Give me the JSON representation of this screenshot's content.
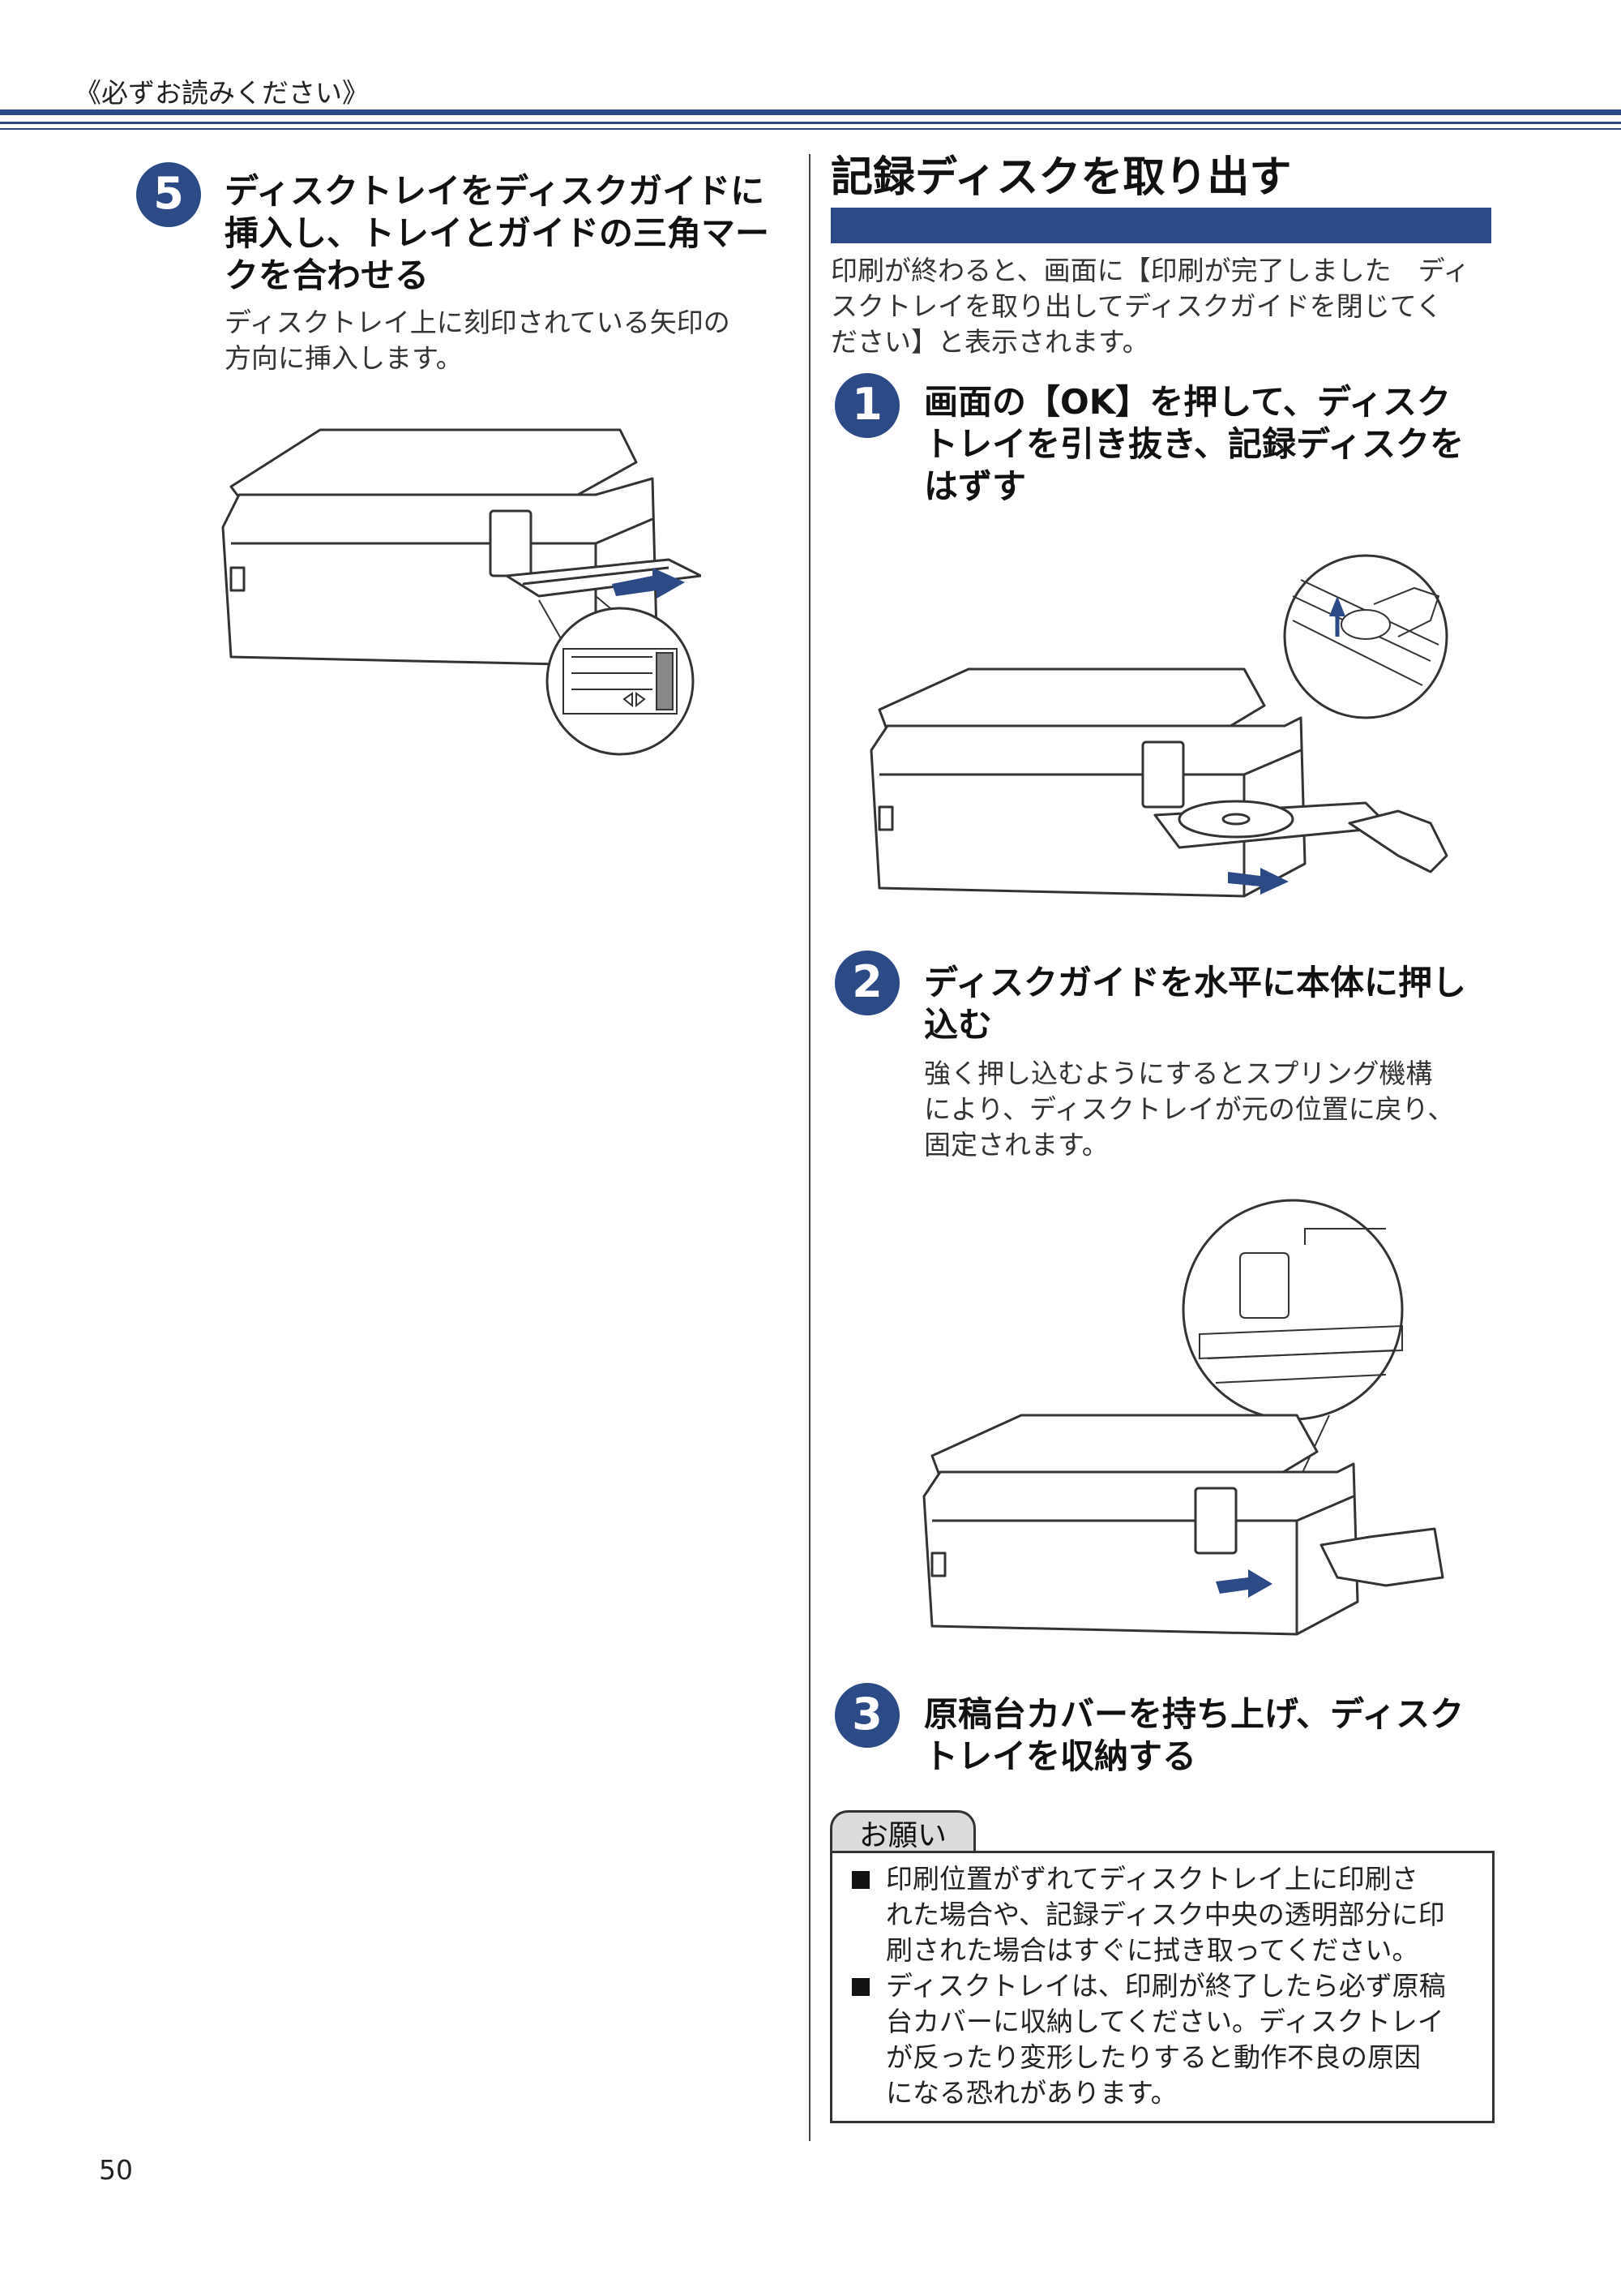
{
  "header": {
    "label": "《必ずお読みください》"
  },
  "left": {
    "step5": {
      "number": "5",
      "title_lines": [
        "ディスクトレイをディスクガイドに",
        "挿入し、トレイとガイドの三角マー",
        "クを合わせる"
      ],
      "body_lines": [
        "ディスクトレイ上に刻印されている矢印の",
        "方向に挿入します。"
      ]
    }
  },
  "right": {
    "section_title": "記録ディスクを取り出す",
    "intro_lines": [
      "印刷が終わると、画面に【印刷が完了しました　ディ",
      "スクトレイを取り出してディスクガイドを閉じてく",
      "ださい】と表示されます。"
    ],
    "step1": {
      "number": "1",
      "title_lines": [
        "画面の【OK】を押して、ディスク",
        "トレイを引き抜き、記録ディスクを",
        "はずす"
      ]
    },
    "step2": {
      "number": "2",
      "title_lines": [
        "ディスクガイドを水平に本体に押し",
        "込む"
      ],
      "body_lines": [
        "強く押し込むようにするとスプリング機構",
        "により、ディスクトレイが元の位置に戻り、",
        "固定されます。"
      ]
    },
    "step3": {
      "number": "3",
      "title_lines": [
        "原稿台カバーを持ち上げ、ディスク",
        "トレイを収納する"
      ]
    },
    "notice": {
      "tab_label": "お願い",
      "items": [
        {
          "lines": [
            "印刷位置がずれてディスクトレイ上に印刷さ",
            "れた場合や、記録ディスク中央の透明部分に印",
            "刷された場合はすぐに拭き取ってください。"
          ]
        },
        {
          "lines": [
            "ディスクトレイは、印刷が終了したら必ず原稿",
            "台カバーに収納してください。ディスクトレイ",
            "が反ったり変形したりすると動作不良の原因",
            "になる恐れがあります。"
          ]
        }
      ]
    }
  },
  "footer": {
    "page_number": "50"
  },
  "colors": {
    "accent": "#2b4a86",
    "notice_tab": "#dcdcdc"
  },
  "illustrations": [
    "printer-disc-tray-insert-illustration",
    "printer-remove-disc-illustration",
    "printer-push-guide-illustration"
  ]
}
